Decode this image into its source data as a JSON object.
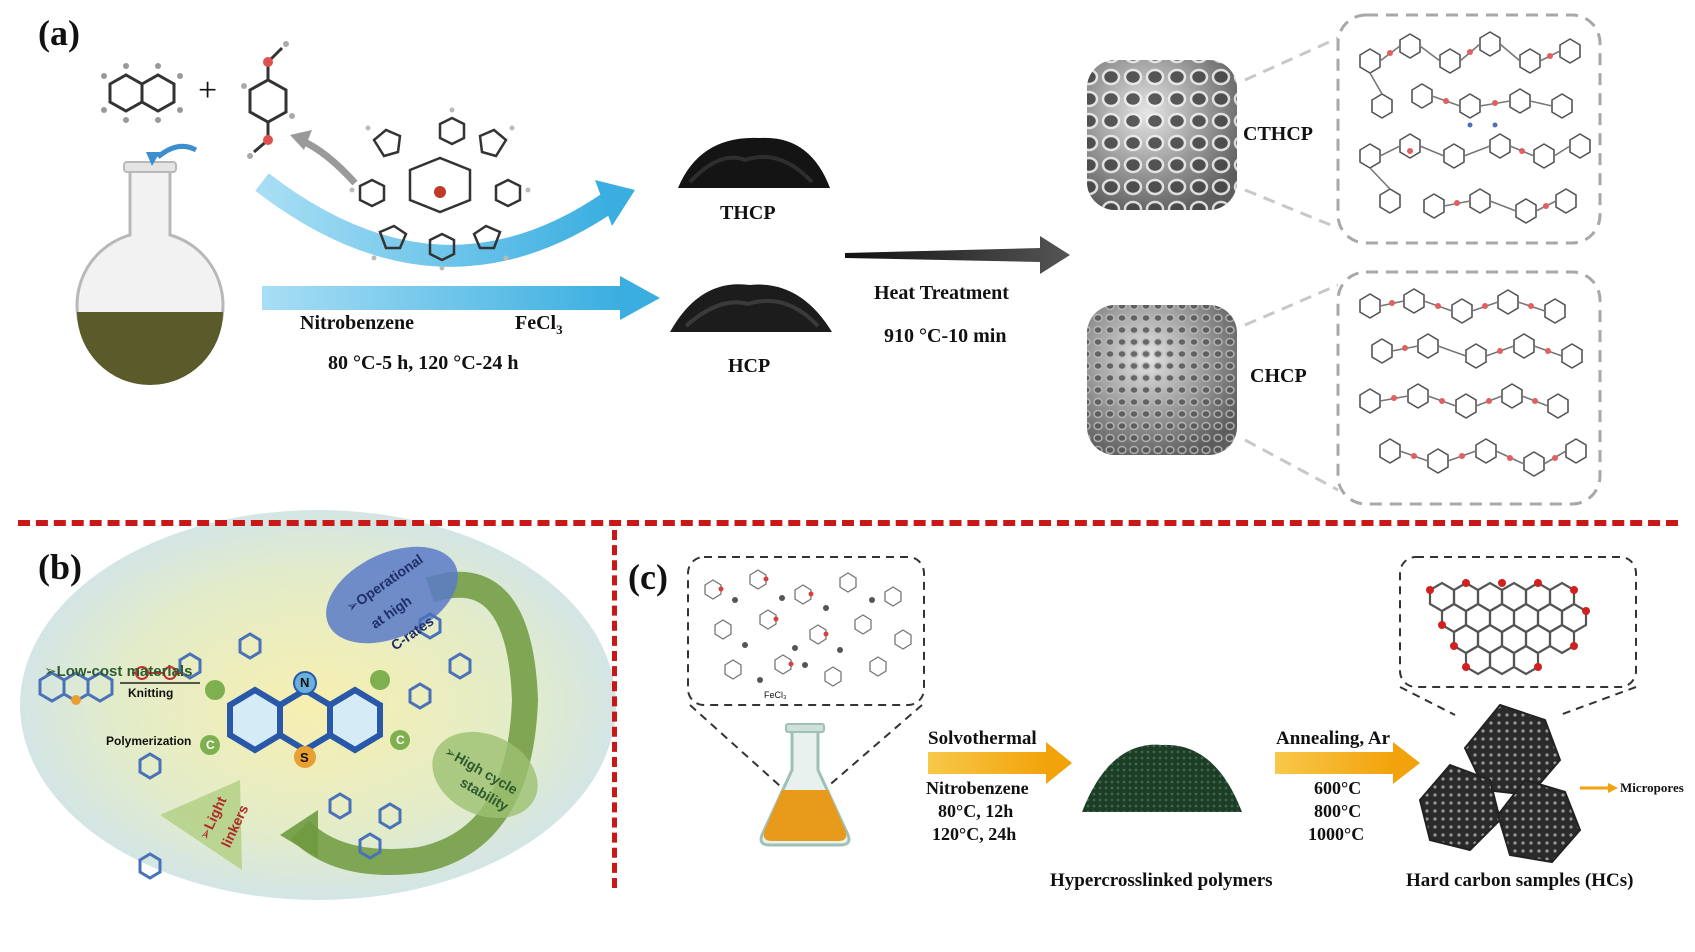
{
  "panel_a": {
    "label": "(a)",
    "plus": "+",
    "product_top": "THCP",
    "product_bottom": "HCP",
    "solvent": "Nitrobenzene",
    "catalyst": "FeCl",
    "catalyst_sub": "3",
    "conditions": "80 °C-5 h, 120 °C-24 h",
    "treatment": "Heat Treatment",
    "treatment_conditions": "910 °C-10 min",
    "carbon_top": "CTHCP",
    "carbon_bottom": "CHCP"
  },
  "panel_b": {
    "label": "(b)",
    "low_cost": "➢Low-cost materials",
    "knitting": "Knitting",
    "polymerization": "Polymerization",
    "operational_1": "➢Operational",
    "operational_2": "at high",
    "operational_3": "C-rates",
    "high_cycle_1": "➢High cycle",
    "high_cycle_2": "stability",
    "light_1": "➢Light",
    "light_2": "linkers",
    "atom_s": "S",
    "atom_n": "N",
    "atom_c": "C"
  },
  "panel_c": {
    "label": "(c)",
    "fecl3": "FeCl₃",
    "step1_title": "Solvothermal",
    "step1_solvent": "Nitrobenzene",
    "step1_cond1": "80°C, 12h",
    "step1_cond2": "120°C, 24h",
    "polymer_label": "Hypercrosslinked polymers",
    "step2_title": "Annealing, Ar",
    "step2_t1": "600°C",
    "step2_t2": "800°C",
    "step2_t3": "1000°C",
    "micropores": "Micropores",
    "hc_label": "Hard carbon samples (HCs)"
  },
  "colors": {
    "divider": "#c81818",
    "arrow_blue": "#4fb8e6",
    "arrow_orange": "#f6b012",
    "liquid_olive": "#5a5a2a",
    "liquid_orange": "#e89a1a",
    "oxygen_red": "#d84040"
  }
}
